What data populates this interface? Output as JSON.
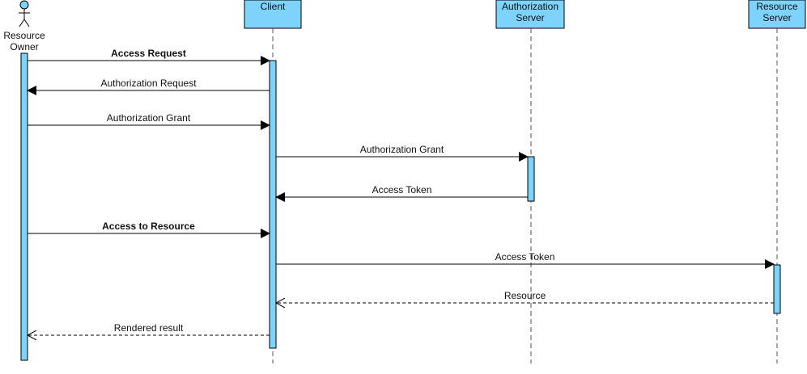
{
  "colors": {
    "activation_fill": "#7dd3fc",
    "participant_fill": "#7dd3fc",
    "stroke": "#000000",
    "lifeline": "#555555"
  },
  "actor": {
    "icon": "stick-figure-icon",
    "line1": "Resource",
    "line2": "Owner"
  },
  "participants": {
    "client": {
      "line1": "Client"
    },
    "auth_server": {
      "line1": "Authorization",
      "line2": "Server"
    },
    "resource_server": {
      "line1": "Resource",
      "line2": "Server"
    }
  },
  "messages": [
    {
      "label": "Access Request",
      "from": "resource_owner",
      "to": "client",
      "style": "sync",
      "bold": true
    },
    {
      "label": "Authorization Request",
      "from": "client",
      "to": "resource_owner",
      "style": "sync",
      "bold": false
    },
    {
      "label": "Authorization Grant",
      "from": "resource_owner",
      "to": "client",
      "style": "sync",
      "bold": false
    },
    {
      "label": "Authorization Grant",
      "from": "client",
      "to": "auth_server",
      "style": "sync",
      "bold": false
    },
    {
      "label": "Access Token",
      "from": "auth_server",
      "to": "client",
      "style": "sync",
      "bold": false
    },
    {
      "label": "Access to Resource",
      "from": "resource_owner",
      "to": "client",
      "style": "sync",
      "bold": true
    },
    {
      "label": "Access Token",
      "from": "client",
      "to": "resource_server",
      "style": "sync",
      "bold": false
    },
    {
      "label": "Resource",
      "from": "resource_server",
      "to": "client",
      "style": "return",
      "bold": false
    },
    {
      "label": "Rendered result",
      "from": "client",
      "to": "resource_owner",
      "style": "return",
      "bold": false
    }
  ]
}
